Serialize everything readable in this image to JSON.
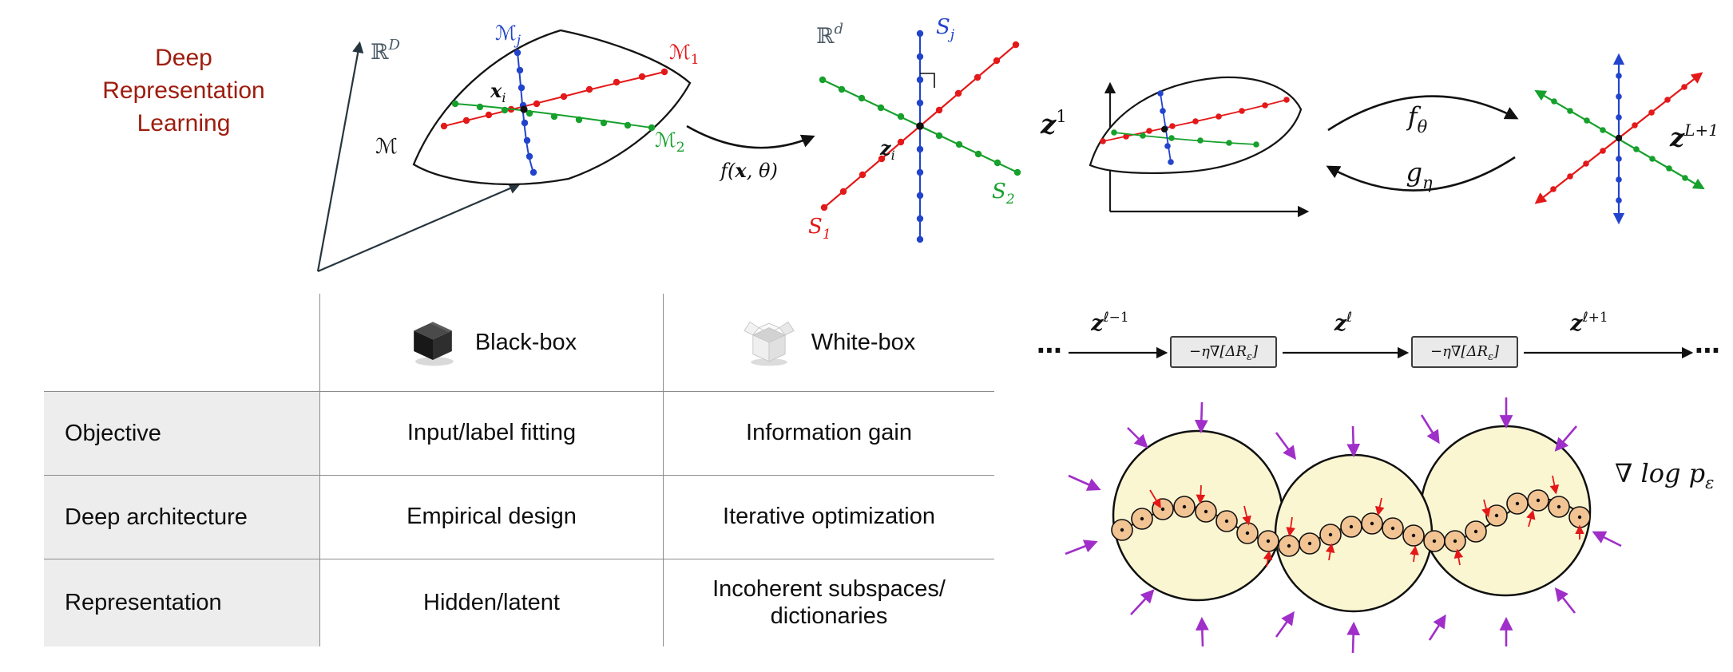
{
  "title": {
    "lines": [
      "Deep",
      "Representation",
      "Learning"
    ],
    "color": "#9e1c0e"
  },
  "manifold_figure": {
    "ambient": {
      "base": "ℝ",
      "sup": "D"
    },
    "manifold": "ℳ",
    "curve_mj": {
      "base": "ℳ",
      "sub": "j"
    },
    "curve_m1": {
      "base": "ℳ",
      "sub": "1"
    },
    "curve_m2": {
      "base": "ℳ",
      "sub": "2"
    },
    "point": {
      "base": "x",
      "sub": "i"
    },
    "map": {
      "fn": "f(",
      "arg": "x",
      "rest": ", θ)"
    }
  },
  "star_figure": {
    "ambient": {
      "base": "ℝ",
      "sup": "d"
    },
    "axis_sj": {
      "base": "S",
      "sub": "j"
    },
    "axis_s1": {
      "base": "S",
      "sub": "1"
    },
    "axis_s2": {
      "base": "S",
      "sub": "2"
    },
    "point": {
      "base": "z",
      "sub": "i"
    }
  },
  "encoder_figure": {
    "z_first": {
      "base": "z",
      "sup": "1"
    },
    "f_map": {
      "base": "f",
      "sub": "θ"
    },
    "g_map": {
      "base": "g",
      "sub": "η"
    },
    "z_last": {
      "base": "z",
      "sup": "L+1"
    }
  },
  "layer_flow": {
    "dots_left": "⋯",
    "dots_right": "⋯",
    "z_prev": {
      "base": "z",
      "sup": "ℓ−1"
    },
    "z_curr": {
      "base": "z",
      "sup": "ℓ"
    },
    "z_next": {
      "base": "z",
      "sup": "ℓ+1"
    },
    "op1": {
      "pre": "−η∇[ΔR",
      "sub": "ε",
      "post": "]"
    },
    "op2": {
      "pre": "−η∇[ΔR",
      "sub": "ε",
      "post": "]"
    }
  },
  "score_figure": {
    "label": {
      "base": "∇ log p",
      "sub": "ε"
    }
  },
  "table": {
    "header": {
      "blackbox": "Black-box",
      "whitebox": "White-box"
    },
    "rows": [
      {
        "label": "Objective",
        "blackbox": "Input/label fitting",
        "whitebox": "Information gain"
      },
      {
        "label": "Deep architecture",
        "blackbox": "Empirical design",
        "whitebox": "Iterative optimization"
      },
      {
        "label": "Representation",
        "blackbox": "Hidden/latent",
        "whitebox": "Incoherent subspaces/\ndictionaries"
      }
    ]
  },
  "colors": {
    "title_red": "#9e1c0e",
    "curve_red": "#e41818",
    "curve_green": "#16a02c",
    "curve_blue": "#2244cc",
    "purple_arrow": "#a02fc9",
    "big_circle_fill": "#fbf6d2",
    "bead_fill": "#f2c493",
    "op_box_fill": "#eaeaea",
    "table_label_bg": "#ededed"
  }
}
